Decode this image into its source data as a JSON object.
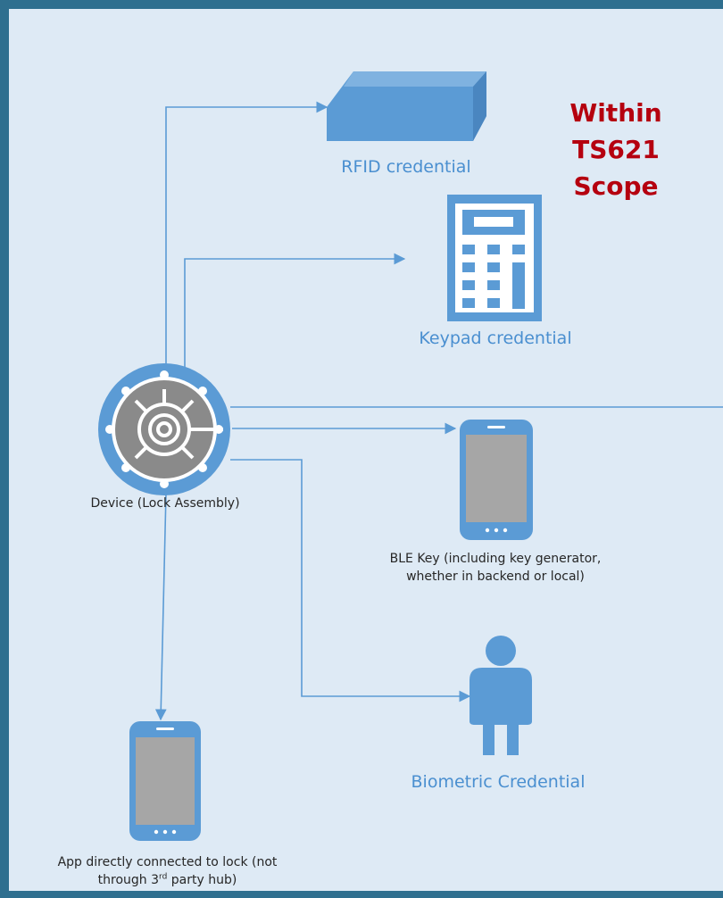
{
  "scope": {
    "line1": "Within",
    "line2": "TS621",
    "line3": "Scope"
  },
  "nodes": {
    "rfid": {
      "label": "RFID credential",
      "icon": "rfid-card-icon"
    },
    "keypad": {
      "label": "Keypad credential",
      "icon": "keypad-icon"
    },
    "device": {
      "label": "Device (Lock Assembly)",
      "icon": "lock-assembly-icon"
    },
    "ble": {
      "label_line1": "BLE Key (including key generator,",
      "label_line2": "whether in backend or local)",
      "icon": "smartphone-icon"
    },
    "biometric": {
      "label": "Biometric Credential",
      "icon": "person-icon"
    },
    "app": {
      "label_line1": "App directly connected to lock (not",
      "label_line2_pre": "through 3",
      "label_line2_sup": "rd",
      "label_line2_post": " party hub)",
      "icon": "smartphone-icon"
    }
  },
  "colors": {
    "background": "#deeaf5",
    "frame": "#2f6f8f",
    "icon_blue": "#5b9bd5",
    "connector": "#5b9bd5",
    "scope_text": "#b5000f",
    "label_blue": "#4a8fd0",
    "label_dark": "#262626",
    "screen_gray": "#a6a6a6"
  }
}
